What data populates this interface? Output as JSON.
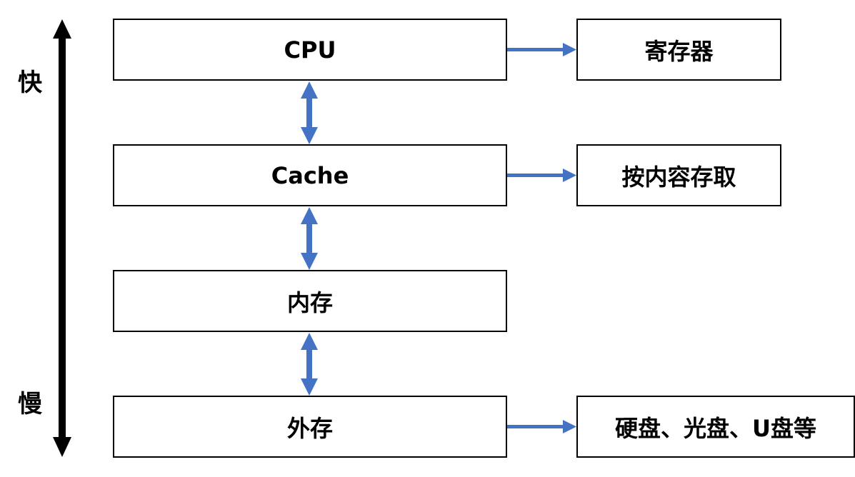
{
  "speed_axis": {
    "fast_label": "快",
    "slow_label": "慢"
  },
  "hierarchy": [
    {
      "id": "cpu",
      "label": "CPU"
    },
    {
      "id": "cache",
      "label": "Cache"
    },
    {
      "id": "main-memory",
      "label": "内存"
    },
    {
      "id": "external-storage",
      "label": "外存"
    }
  ],
  "notes": [
    {
      "for": "cpu",
      "label": "寄存器"
    },
    {
      "for": "cache",
      "label": "按内容存取"
    },
    {
      "for": "external-storage",
      "label": "硬盘、光盘、U盘等"
    }
  ],
  "colors": {
    "arrow": "#4472C4",
    "axis": "#000000",
    "border": "#000000"
  }
}
